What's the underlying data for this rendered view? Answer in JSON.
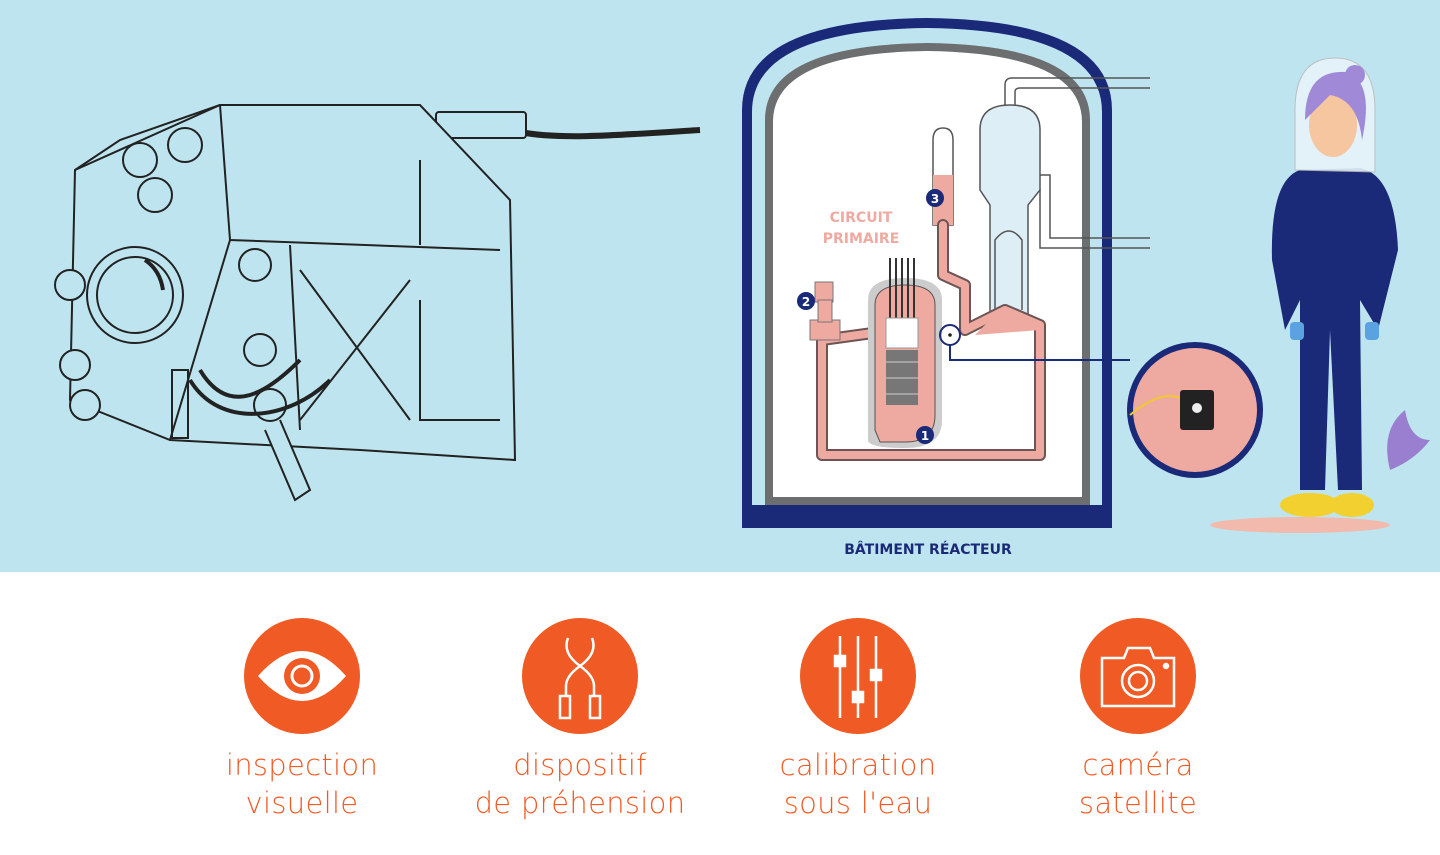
{
  "diagram": {
    "building_label": "BÂTIMENT RÉACTEUR",
    "circuit_label_line1": "CIRCUIT",
    "circuit_label_line2": "PRIMAIRE",
    "markers": [
      "1",
      "2",
      "3"
    ]
  },
  "features": [
    {
      "icon": "eye-icon",
      "line1": "inspection",
      "line2": "visuelle"
    },
    {
      "icon": "gripper-icon",
      "line1": "dispositif",
      "line2": "de préhension"
    },
    {
      "icon": "sliders-icon",
      "line1": "calibration",
      "line2": "sous l'eau"
    },
    {
      "icon": "camera-icon",
      "line1": "caméra",
      "line2": "satellite"
    }
  ],
  "colors": {
    "sky": "#bee5ef",
    "navy": "#1b2a78",
    "accent": "#f05a24",
    "primary_circuit": "#eeaaa0"
  }
}
